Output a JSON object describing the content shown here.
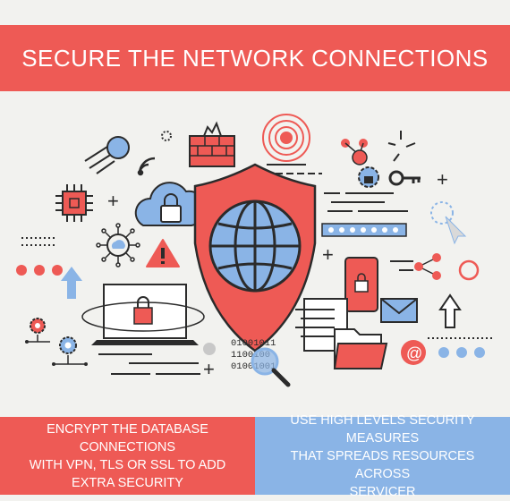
{
  "header": {
    "title": "SECURE THE NETWORK CONNECTIONS"
  },
  "illustration": {
    "binary_lines": [
      "01001011",
      "1100100",
      "01001001"
    ],
    "email_symbol": "@",
    "icons": [
      "shield-globe-icon",
      "laptop-lock-icon",
      "cloud-lock-icon",
      "firewall-icon",
      "radar-signal-icon",
      "key-icon",
      "magnifier-icon",
      "folder-icon",
      "envelope-icon",
      "smartphone-lock-icon",
      "warning-icon",
      "chip-icon",
      "gear-icon",
      "share-icon",
      "wifi-icon",
      "arrow-up-icon",
      "comet-icon",
      "email-at-icon",
      "document-icon",
      "cursor-icon"
    ]
  },
  "colors": {
    "accent_red": "#ee5a55",
    "accent_blue": "#8ab4e6",
    "dark": "#2b2b2b",
    "background": "#f2f2ef"
  },
  "footer": {
    "left": [
      "ENCRYPT THE DATABASE CONNECTIONS",
      "WITH VPN, TLS OR SSL TO ADD",
      "EXTRA SECURITY"
    ],
    "right": [
      "USE HIGH LEVELS SECURITY MEASURES",
      "THAT SPREADS RESOURCES ACROSS",
      "SERVICER"
    ]
  }
}
